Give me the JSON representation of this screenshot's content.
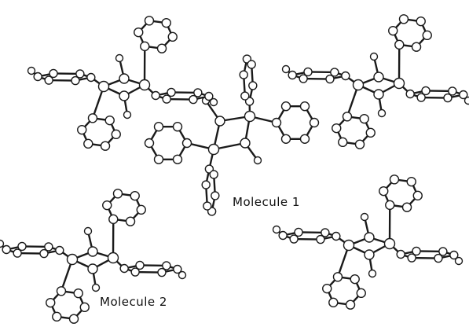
{
  "labels": {
    "molecule_1": "Molecule 1",
    "molecule_2": "Molecule 2"
  },
  "colors": {
    "bond": "#1a1a1a",
    "atom_fill": "#ffffff",
    "atom_stroke": "#1a1a1a",
    "background": "#ffffff"
  },
  "molecules": [
    {
      "name": "molecule-1",
      "layout": "center"
    },
    {
      "name": "molecule-2",
      "layout": "left-bottom"
    },
    {
      "name": "molecule-upper-left",
      "layout": "upper-left"
    },
    {
      "name": "molecule-upper-right",
      "layout": "upper-right"
    },
    {
      "name": "molecule-lower-right",
      "layout": "lower-right"
    }
  ]
}
